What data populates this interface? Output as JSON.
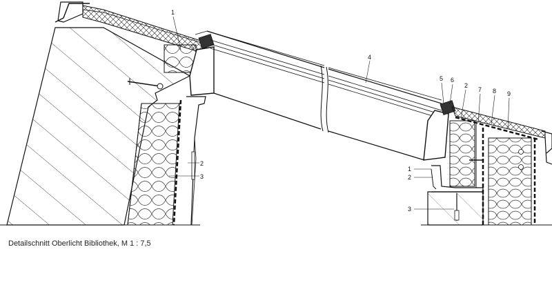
{
  "caption": "Detailschnitt Oberlicht Bibliothek, M 1 : 7,5",
  "callouts": {
    "left": {
      "top": "1",
      "mid": "2",
      "bottom": "3"
    },
    "right": {
      "glass": "4",
      "c5": "5",
      "c6": "6",
      "c2": "2",
      "c7": "7",
      "c8": "8",
      "c9": "9",
      "side1": "1",
      "side2": "2",
      "side3": "3"
    }
  }
}
